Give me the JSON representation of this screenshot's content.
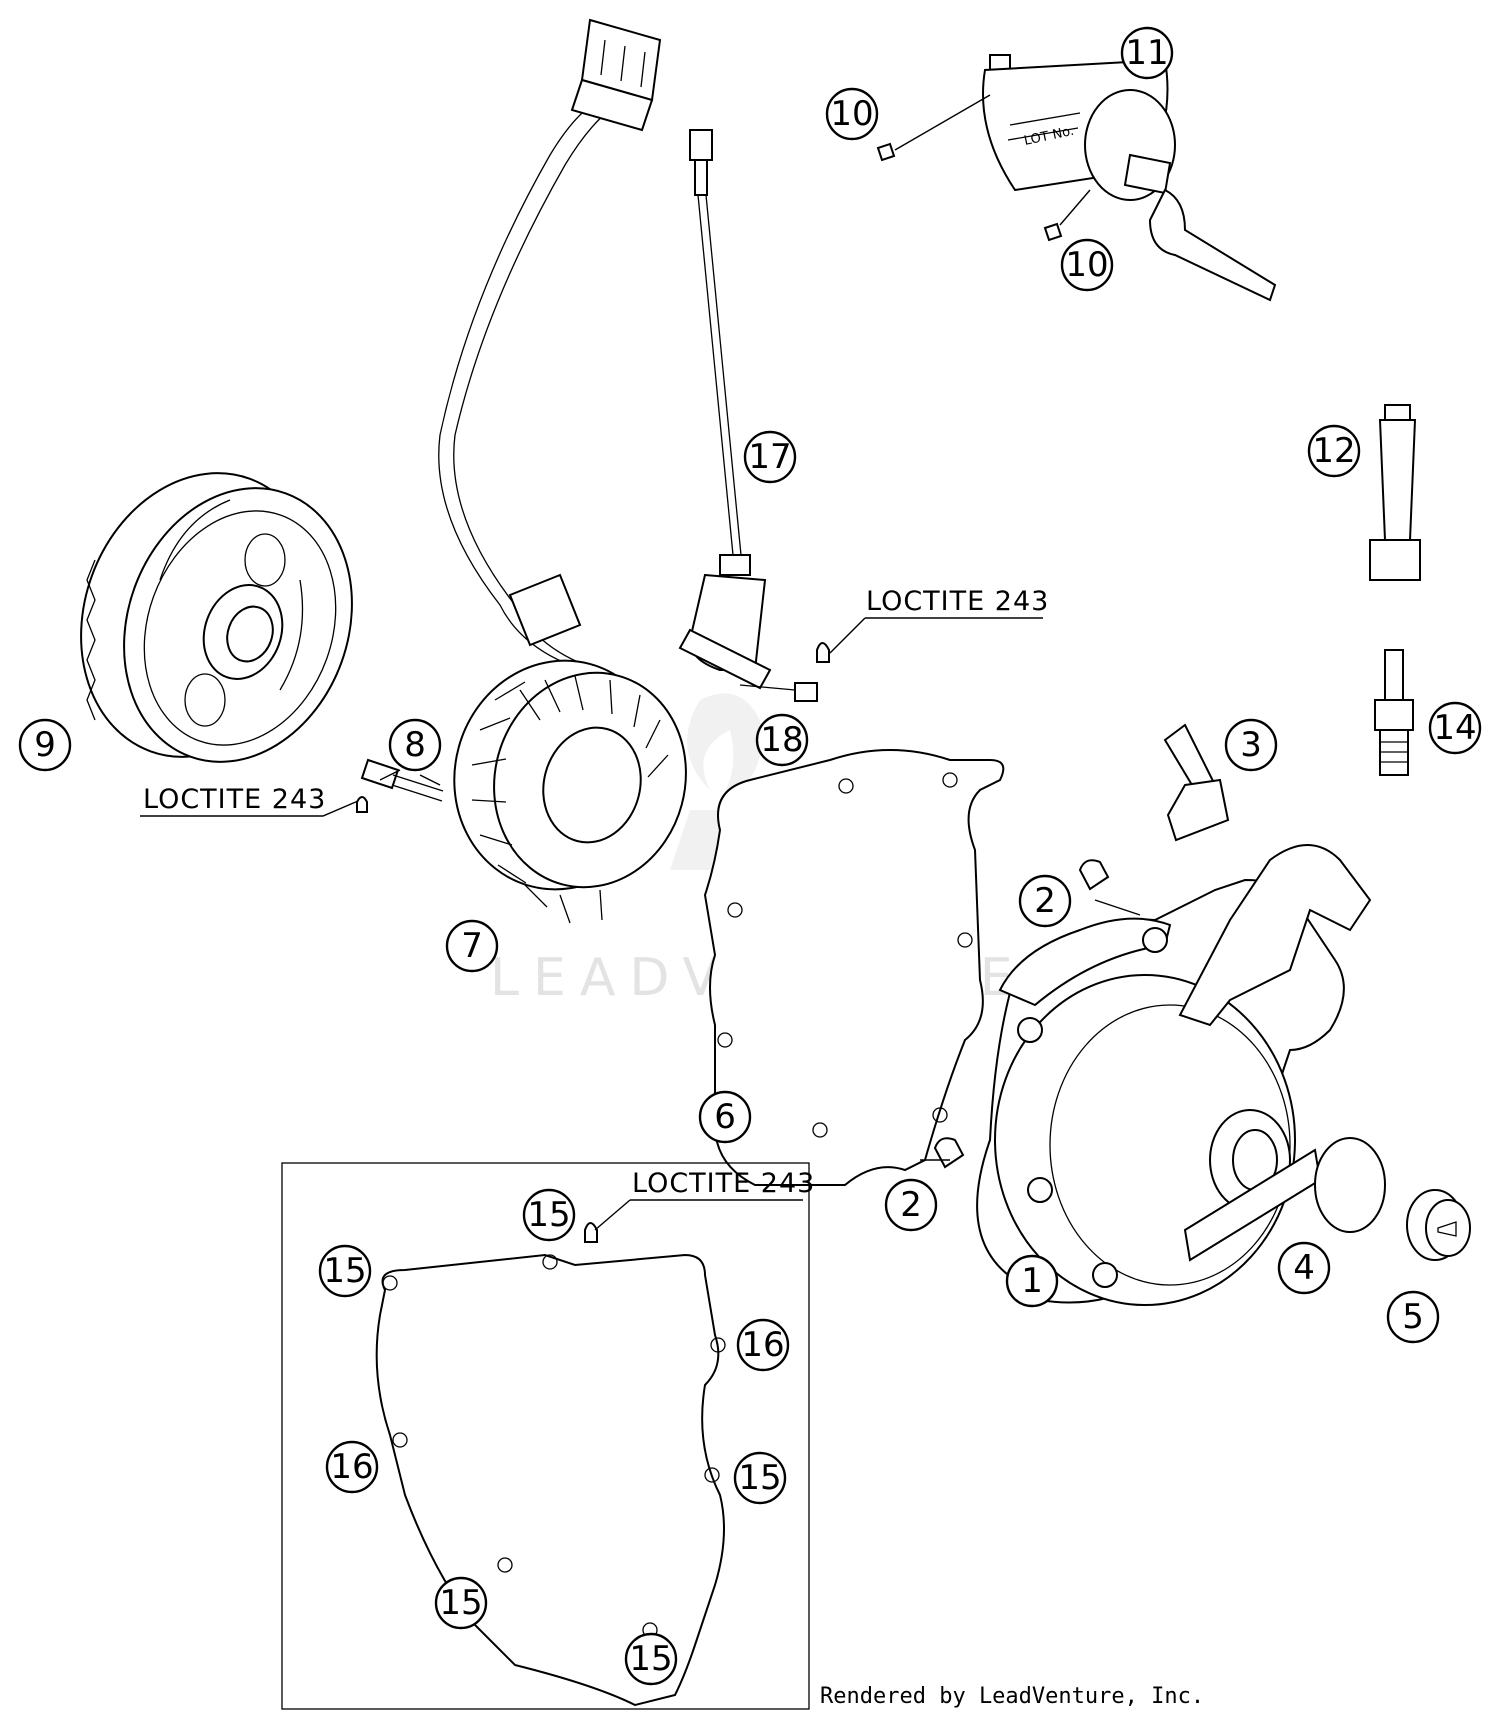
{
  "callouts": [
    {
      "num": "1"
    },
    {
      "num": "2"
    },
    {
      "num": "2"
    },
    {
      "num": "3"
    },
    {
      "num": "4"
    },
    {
      "num": "5"
    },
    {
      "num": "6"
    },
    {
      "num": "7"
    },
    {
      "num": "8"
    },
    {
      "num": "9"
    },
    {
      "num": "10"
    },
    {
      "num": "10"
    },
    {
      "num": "11"
    },
    {
      "num": "12"
    },
    {
      "num": "14"
    },
    {
      "num": "15"
    },
    {
      "num": "15"
    },
    {
      "num": "15"
    },
    {
      "num": "15"
    },
    {
      "num": "15"
    },
    {
      "num": "16"
    },
    {
      "num": "16"
    },
    {
      "num": "17"
    },
    {
      "num": "18"
    }
  ],
  "notes": {
    "loctite_stator": "LOCTITE 243",
    "loctite_sensor": "LOCTITE 243",
    "loctite_kit": "LOCTITE 243"
  },
  "coil_label": "LOT No.",
  "watermark": "LEADVENTURE",
  "credit": "Rendered by LeadVenture, Inc."
}
